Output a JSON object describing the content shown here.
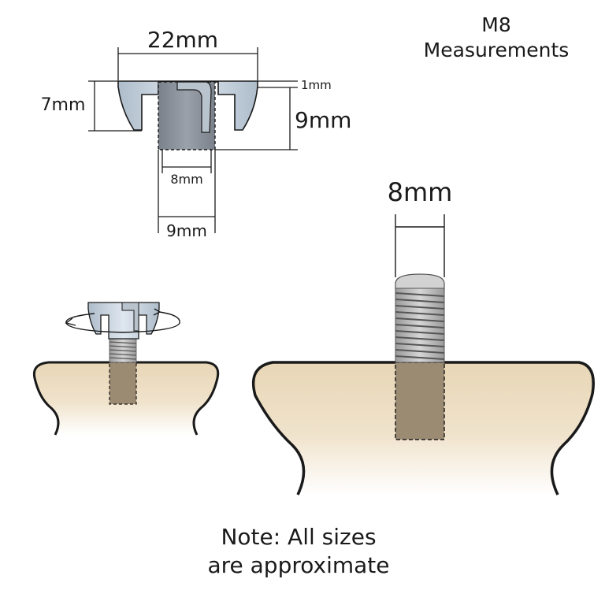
{
  "title": {
    "line1": "M8",
    "line2": "Measurements"
  },
  "dimensions": {
    "flange_width": "22mm",
    "total_height": "7mm",
    "flange_thickness": "1mm",
    "barrel_height": "9mm",
    "inner_diameter": "8mm",
    "outer_diameter": "9mm",
    "bolt_diameter": "8mm"
  },
  "note": {
    "line1": "Note: All sizes",
    "line2": "are approximate"
  },
  "colors": {
    "outline": "#1a1a1a",
    "metal_light": "#c5d4e2",
    "metal_dark": "#868d98",
    "wood": "#ecdcbf",
    "hole_fill": "#9b8b73",
    "thread": "#b6b6b6"
  },
  "icons": [
    "rotation-arrow-icon"
  ]
}
